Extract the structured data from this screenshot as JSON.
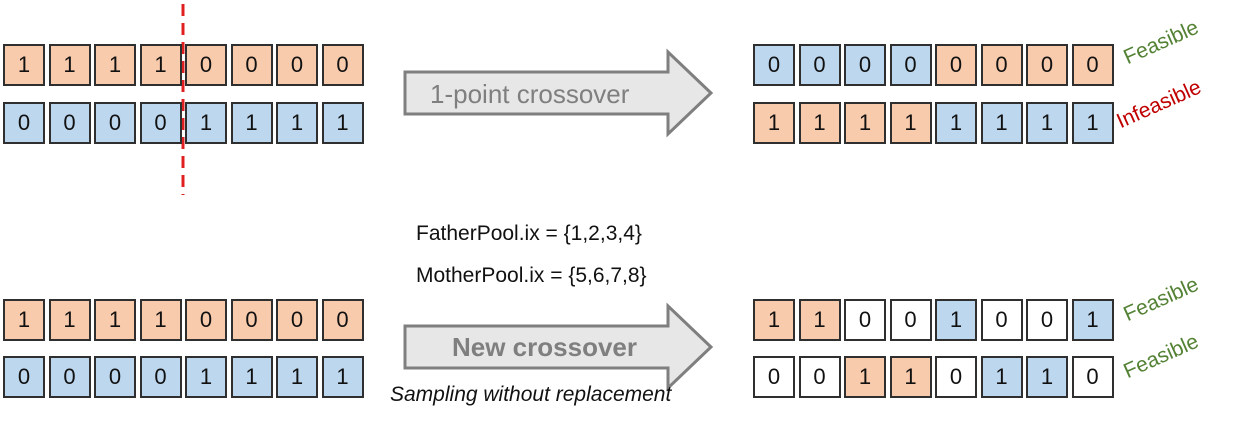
{
  "colors": {
    "orange": "#f8cbad",
    "blue": "#bdd7ee",
    "white": "#ffffff",
    "feasible": "#548235",
    "infeasible": "#c00000",
    "cut": "#e02020",
    "arrow_fill": "#e7e7e7",
    "arrow_stroke": "#7f7f7f",
    "arrow_text": "#7f7f7f"
  },
  "top": {
    "parent1": [
      {
        "v": "1",
        "c": "orange"
      },
      {
        "v": "1",
        "c": "orange"
      },
      {
        "v": "1",
        "c": "orange"
      },
      {
        "v": "1",
        "c": "orange"
      },
      {
        "v": "0",
        "c": "orange"
      },
      {
        "v": "0",
        "c": "orange"
      },
      {
        "v": "0",
        "c": "orange"
      },
      {
        "v": "0",
        "c": "orange"
      }
    ],
    "parent2": [
      {
        "v": "0",
        "c": "blue"
      },
      {
        "v": "0",
        "c": "blue"
      },
      {
        "v": "0",
        "c": "blue"
      },
      {
        "v": "0",
        "c": "blue"
      },
      {
        "v": "1",
        "c": "blue"
      },
      {
        "v": "1",
        "c": "blue"
      },
      {
        "v": "1",
        "c": "blue"
      },
      {
        "v": "1",
        "c": "blue"
      }
    ],
    "arrow_label": "1-point crossover",
    "child1": [
      {
        "v": "0",
        "c": "blue"
      },
      {
        "v": "0",
        "c": "blue"
      },
      {
        "v": "0",
        "c": "blue"
      },
      {
        "v": "0",
        "c": "blue"
      },
      {
        "v": "0",
        "c": "orange"
      },
      {
        "v": "0",
        "c": "orange"
      },
      {
        "v": "0",
        "c": "orange"
      },
      {
        "v": "0",
        "c": "orange"
      }
    ],
    "child2": [
      {
        "v": "1",
        "c": "orange"
      },
      {
        "v": "1",
        "c": "orange"
      },
      {
        "v": "1",
        "c": "orange"
      },
      {
        "v": "1",
        "c": "orange"
      },
      {
        "v": "1",
        "c": "blue"
      },
      {
        "v": "1",
        "c": "blue"
      },
      {
        "v": "1",
        "c": "blue"
      },
      {
        "v": "1",
        "c": "blue"
      }
    ],
    "status1": "Feasible",
    "status2": "Infeasible"
  },
  "bottom": {
    "father_pool": "FatherPool.ix = {1,2,3,4}",
    "mother_pool": "MotherPool.ix = {5,6,7,8}",
    "parent1": [
      {
        "v": "1",
        "c": "orange"
      },
      {
        "v": "1",
        "c": "orange"
      },
      {
        "v": "1",
        "c": "orange"
      },
      {
        "v": "1",
        "c": "orange"
      },
      {
        "v": "0",
        "c": "orange"
      },
      {
        "v": "0",
        "c": "orange"
      },
      {
        "v": "0",
        "c": "orange"
      },
      {
        "v": "0",
        "c": "orange"
      }
    ],
    "parent2": [
      {
        "v": "0",
        "c": "blue"
      },
      {
        "v": "0",
        "c": "blue"
      },
      {
        "v": "0",
        "c": "blue"
      },
      {
        "v": "0",
        "c": "blue"
      },
      {
        "v": "1",
        "c": "blue"
      },
      {
        "v": "1",
        "c": "blue"
      },
      {
        "v": "1",
        "c": "blue"
      },
      {
        "v": "1",
        "c": "blue"
      }
    ],
    "arrow_label": "New crossover",
    "caption": "Sampling without replacement",
    "child1": [
      {
        "v": "1",
        "c": "orange"
      },
      {
        "v": "1",
        "c": "orange"
      },
      {
        "v": "0",
        "c": "white"
      },
      {
        "v": "0",
        "c": "white"
      },
      {
        "v": "1",
        "c": "blue"
      },
      {
        "v": "0",
        "c": "white"
      },
      {
        "v": "0",
        "c": "white"
      },
      {
        "v": "1",
        "c": "blue"
      }
    ],
    "child2": [
      {
        "v": "0",
        "c": "white"
      },
      {
        "v": "0",
        "c": "white"
      },
      {
        "v": "1",
        "c": "orange"
      },
      {
        "v": "1",
        "c": "orange"
      },
      {
        "v": "0",
        "c": "white"
      },
      {
        "v": "1",
        "c": "blue"
      },
      {
        "v": "1",
        "c": "blue"
      },
      {
        "v": "0",
        "c": "white"
      }
    ],
    "status1": "Feasible",
    "status2": "Feasible"
  }
}
